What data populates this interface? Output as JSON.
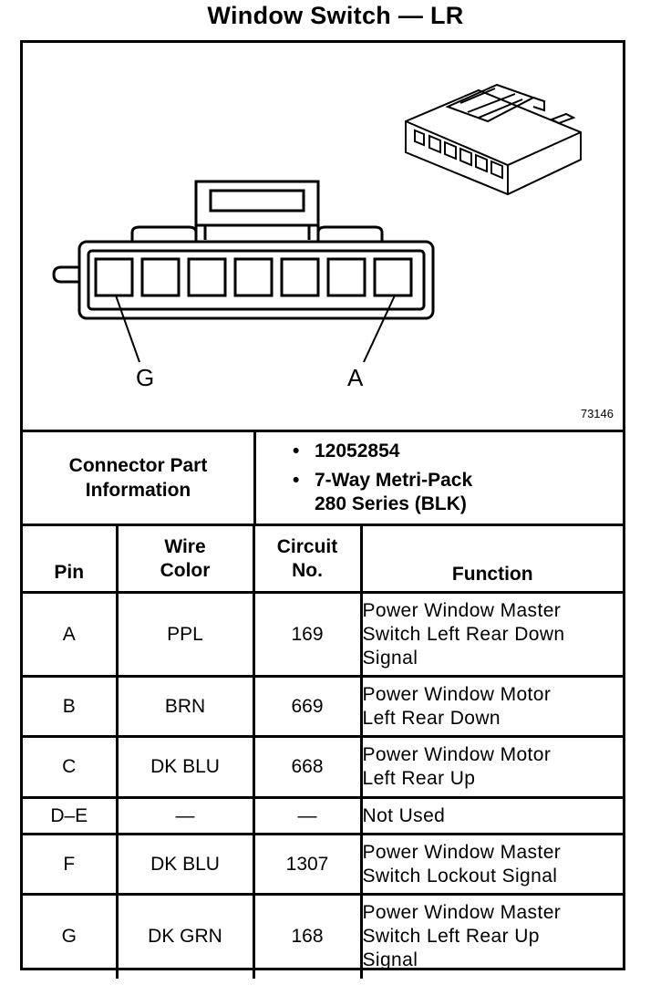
{
  "title": "Window Switch — LR",
  "diagram": {
    "figure_number": "73146",
    "label_left": "G",
    "label_right": "A"
  },
  "connector_info": {
    "label_line1": "Connector Part",
    "label_line2": "Information",
    "part_number": "12052854",
    "description_line1": "7-Way Metri-Pack",
    "description_line2": "280 Series (BLK)"
  },
  "table": {
    "headers": {
      "pin": "Pin",
      "wire_line1": "Wire",
      "wire_line2": "Color",
      "circuit_line1": "Circuit",
      "circuit_line2": "No.",
      "function": "Function"
    },
    "rows": [
      {
        "pin": "A",
        "color": "PPL",
        "circuit": "169",
        "function": [
          "Power Window Master",
          "Switch Left Rear Down",
          "Signal"
        ]
      },
      {
        "pin": "B",
        "color": "BRN",
        "circuit": "669",
        "function": [
          "Power Window Motor",
          "Left Rear Down",
          ""
        ]
      },
      {
        "pin": "C",
        "color": "DK BLU",
        "circuit": "668",
        "function": [
          "Power Window Motor",
          "Left Rear Up",
          ""
        ]
      },
      {
        "pin": "D–E",
        "color": "—",
        "circuit": "—",
        "function": [
          "Not Used",
          "",
          ""
        ]
      },
      {
        "pin": "F",
        "color": "DK BLU",
        "circuit": "1307",
        "function": [
          "Power Window Master",
          "Switch Lockout Signal",
          ""
        ]
      },
      {
        "pin": "G",
        "color": "DK GRN",
        "circuit": "168",
        "function": [
          "Power Window Master",
          "Switch Left Rear Up",
          "Signal"
        ]
      }
    ]
  }
}
